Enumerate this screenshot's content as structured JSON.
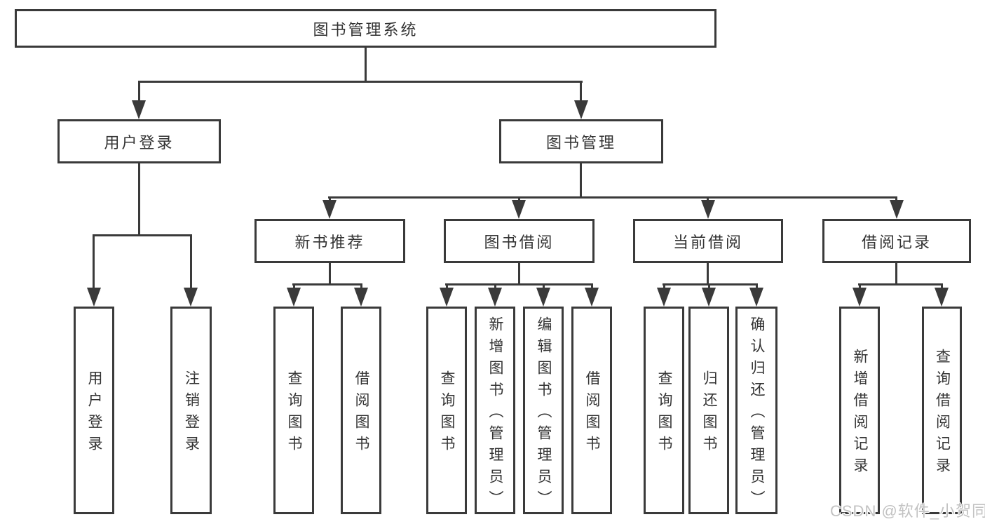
{
  "tree": {
    "label": "图书管理系统",
    "children": [
      {
        "label": "用户登录",
        "children": [
          {
            "label": "用户登录"
          },
          {
            "label": "注销登录"
          }
        ]
      },
      {
        "label": "图书管理",
        "children": [
          {
            "label": "新书推荐",
            "children": [
              {
                "label": "查询图书"
              },
              {
                "label": "借阅图书"
              }
            ]
          },
          {
            "label": "图书借阅",
            "children": [
              {
                "label": "查询图书"
              },
              {
                "label": "新增图书（管理员）"
              },
              {
                "label": "编辑图书（管理员）"
              },
              {
                "label": "借阅图书"
              }
            ]
          },
          {
            "label": "当前借阅",
            "children": [
              {
                "label": "查询图书"
              },
              {
                "label": "归还图书"
              },
              {
                "label": "确认归还（管理员）"
              }
            ]
          },
          {
            "label": "借阅记录",
            "children": [
              {
                "label": "新增借阅记录"
              },
              {
                "label": "查询借阅记录"
              }
            ]
          }
        ]
      }
    ]
  },
  "watermark": "CSDN @软件_小贺同学",
  "colors": {
    "line": "#3a3a3a",
    "text": "#333333",
    "watermark": "#c2c2c2",
    "background": "#ffffff"
  }
}
